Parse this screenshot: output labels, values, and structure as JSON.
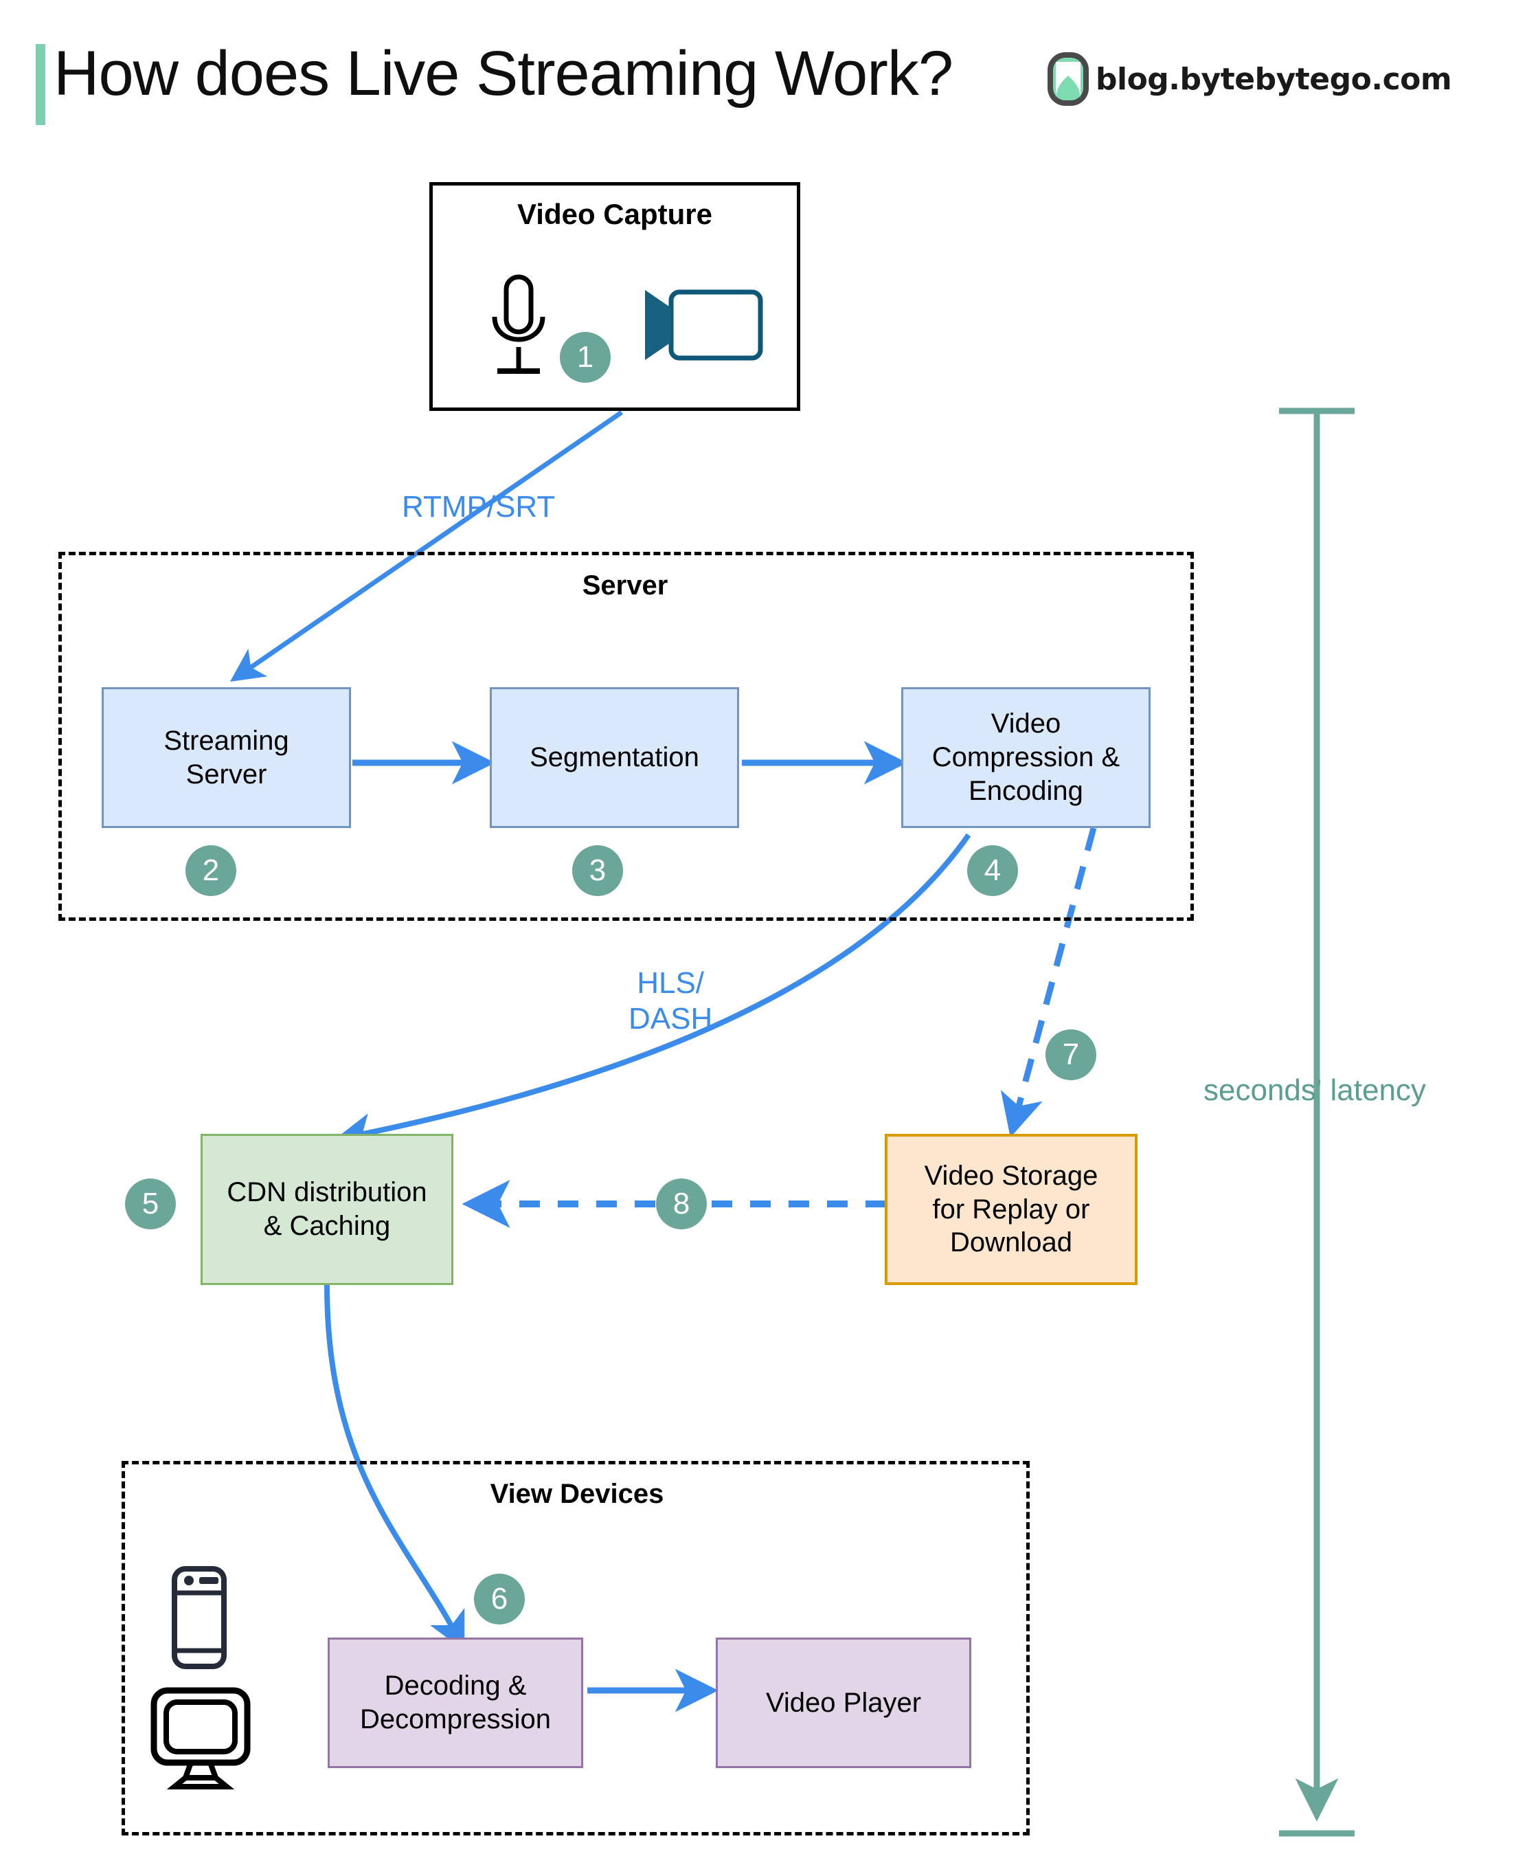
{
  "header": {
    "title": "How does Live Streaming Work?",
    "brand_text": "blog.bytebytego.com",
    "brand_icon": "bytebytego-logo-icon",
    "accent_color": "#7ecfb0"
  },
  "capture_group": {
    "title": "Video Capture",
    "icons": [
      "microphone-icon",
      "video-camera-icon"
    ]
  },
  "server_group": {
    "title": "Server"
  },
  "view_group": {
    "title": "View Devices",
    "icons": [
      "smartphone-icon",
      "desktop-monitor-icon"
    ]
  },
  "nodes": [
    {
      "id": "streaming-server",
      "label": "Streaming\nServer",
      "step": "2",
      "color": "#dae8fc"
    },
    {
      "id": "segmentation",
      "label": "Segmentation",
      "step": "3",
      "color": "#dae8fc"
    },
    {
      "id": "video-compression",
      "label": "Video\nCompression &\nEncoding",
      "step": "4",
      "color": "#dae8fc"
    },
    {
      "id": "cdn-distribution",
      "label": "CDN distribution\n& Caching",
      "step": "5",
      "color": "#d5e8d4"
    },
    {
      "id": "video-storage",
      "label": "Video Storage\nfor Replay or\nDownload",
      "step": "7",
      "color": "#fde6cd"
    },
    {
      "id": "decoding",
      "label": "Decoding &\nDecompression",
      "step": "6",
      "color": "#e1d5e7"
    },
    {
      "id": "video-player",
      "label": "Video Player",
      "step": "",
      "color": "#e1d5e7"
    }
  ],
  "steps": {
    "s1": "1",
    "s2": "2",
    "s3": "3",
    "s4": "4",
    "s5": "5",
    "s6": "6",
    "s7": "7",
    "s8": "8"
  },
  "edges": {
    "capture_to_server": "RTMP/SRT",
    "encoding_to_cdn": "HLS/\nDASH",
    "latency": "seconds' latency"
  },
  "colors": {
    "flow_arrow": "#3b8beb",
    "badge": "#6ba69a",
    "latency_bracket": "#6ba69a",
    "blue_fill": "#dae8fc",
    "green_fill": "#d5e8d4",
    "orange_fill": "#fde6cd",
    "purple_fill": "#e1d5e7"
  }
}
